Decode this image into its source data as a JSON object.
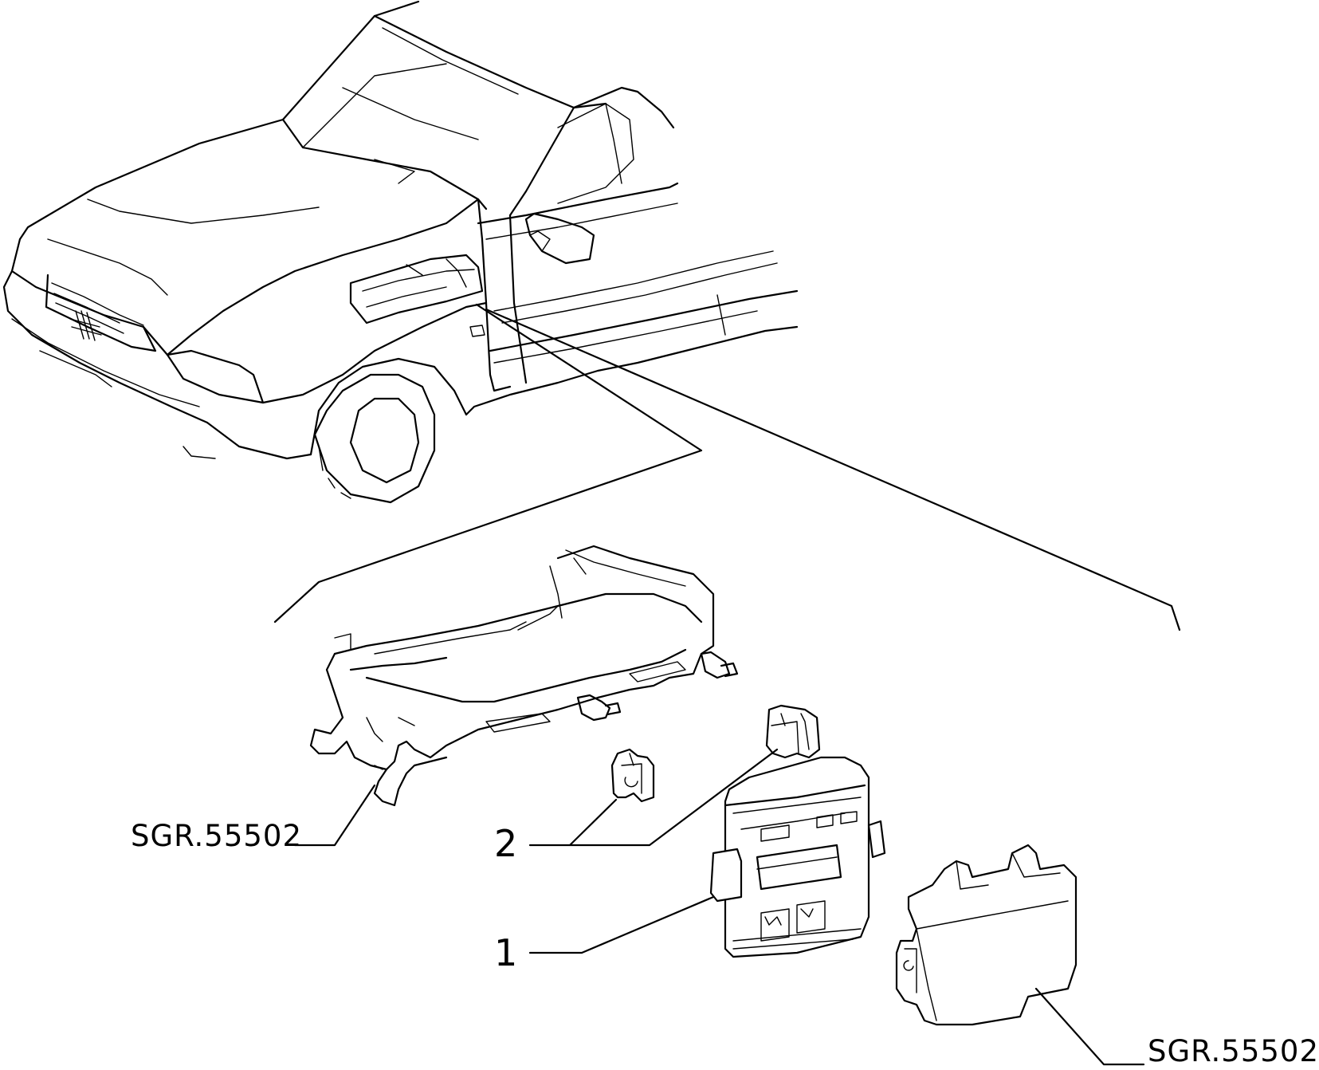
{
  "diagram": {
    "labels": {
      "ref_bracket": "SGR.55502",
      "ref_cover": "SGR.55502",
      "part_1": "1",
      "part_2": "2"
    },
    "colors": {
      "ink": "#000000",
      "paper": "#ffffff"
    }
  }
}
